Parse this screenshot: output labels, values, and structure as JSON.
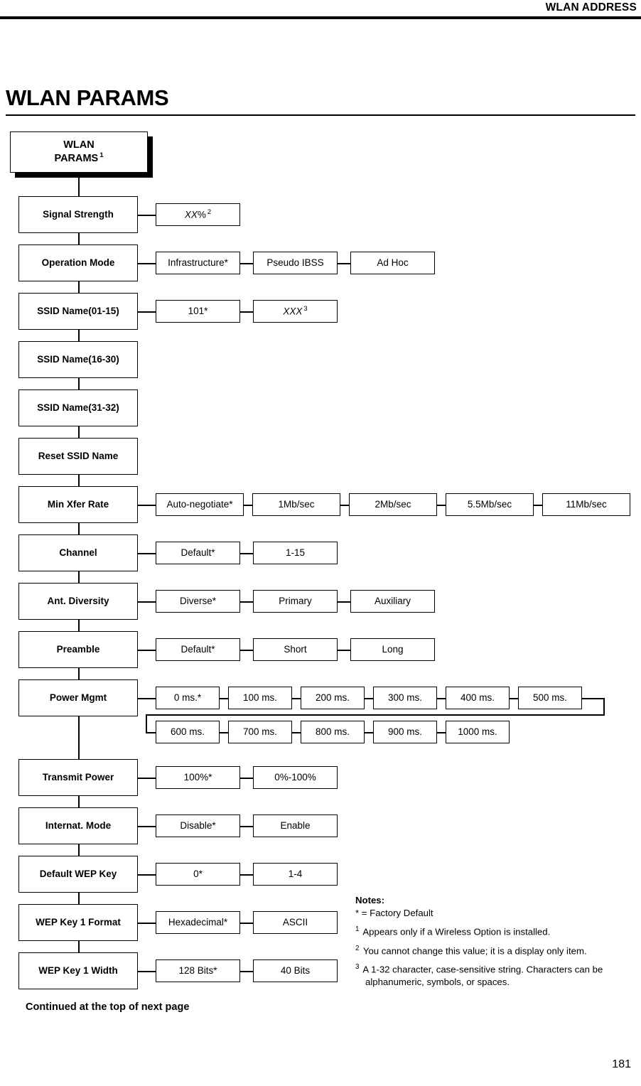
{
  "header": {
    "running_head": "WLAN ADDRESS"
  },
  "page": {
    "title": "WLAN PARAMS",
    "continued_note": "Continued at the top of next page",
    "folio": "181"
  },
  "diagram": {
    "root": {
      "line1": "WLAN",
      "line2": "PARAMS",
      "footnote": "1"
    },
    "rows": [
      {
        "label": "Signal Strength",
        "options": [
          {
            "text": "XX%",
            "italic_prefix": "XX",
            "plain_suffix": "%",
            "footnote": "2"
          }
        ]
      },
      {
        "label": "Operation Mode",
        "options": [
          {
            "text": "Infrastructure*"
          },
          {
            "text": "Pseudo IBSS"
          },
          {
            "text": "Ad Hoc"
          }
        ]
      },
      {
        "label": "SSID Name(01-15)",
        "options": [
          {
            "text": "101*"
          },
          {
            "text": "XXX",
            "italic_prefix": "XXX",
            "plain_suffix": "",
            "footnote": "3"
          }
        ]
      },
      {
        "label": "SSID Name(16-30)",
        "options": []
      },
      {
        "label": "SSID Name(31-32)",
        "options": []
      },
      {
        "label": "Reset SSID Name",
        "options": []
      },
      {
        "label": "Min Xfer Rate",
        "options": [
          {
            "text": "Auto-negotiate*"
          },
          {
            "text": "1Mb/sec"
          },
          {
            "text": "2Mb/sec"
          },
          {
            "text": "5.5Mb/sec"
          },
          {
            "text": "11Mb/sec"
          }
        ]
      },
      {
        "label": "Channel",
        "options": [
          {
            "text": "Default*"
          },
          {
            "text": "1-15"
          }
        ]
      },
      {
        "label": "Ant. Diversity",
        "options": [
          {
            "text": "Diverse*"
          },
          {
            "text": "Primary"
          },
          {
            "text": "Auxiliary"
          }
        ]
      },
      {
        "label": "Preamble",
        "options": [
          {
            "text": "Default*"
          },
          {
            "text": "Short"
          },
          {
            "text": "Long"
          }
        ]
      },
      {
        "label": "Power Mgmt",
        "options": [
          {
            "text": "0 ms.*"
          },
          {
            "text": "100 ms."
          },
          {
            "text": "200 ms."
          },
          {
            "text": "300 ms."
          },
          {
            "text": "400 ms."
          },
          {
            "text": "500 ms."
          }
        ],
        "options_wrapped": [
          {
            "text": "600 ms."
          },
          {
            "text": "700 ms."
          },
          {
            "text": "800 ms."
          },
          {
            "text": "900 ms."
          },
          {
            "text": "1000 ms."
          }
        ]
      },
      {
        "label": "Transmit Power",
        "options": [
          {
            "text": "100%*"
          },
          {
            "text": "0%-100%"
          }
        ]
      },
      {
        "label": "Internat. Mode",
        "options": [
          {
            "text": "Disable*"
          },
          {
            "text": "Enable"
          }
        ]
      },
      {
        "label": "Default WEP Key",
        "options": [
          {
            "text": "0*"
          },
          {
            "text": "1-4"
          }
        ]
      },
      {
        "label": "WEP Key 1 Format",
        "options": [
          {
            "text": "Hexadecimal*"
          },
          {
            "text": "ASCII"
          }
        ]
      },
      {
        "label": "WEP Key 1 Width",
        "options": [
          {
            "text": "128 Bits*"
          },
          {
            "text": "40 Bits"
          }
        ]
      }
    ]
  },
  "notes": {
    "title": "Notes:",
    "star": "* = Factory Default",
    "items": [
      {
        "num": "1",
        "text": "Appears only if a Wireless Option is installed."
      },
      {
        "num": "2",
        "text": "You cannot change this value; it is a display only item."
      },
      {
        "num": "3",
        "text": "A 1-32 character, case-sensitive string. Characters can be alphanumeric, symbols, or spaces."
      }
    ]
  }
}
